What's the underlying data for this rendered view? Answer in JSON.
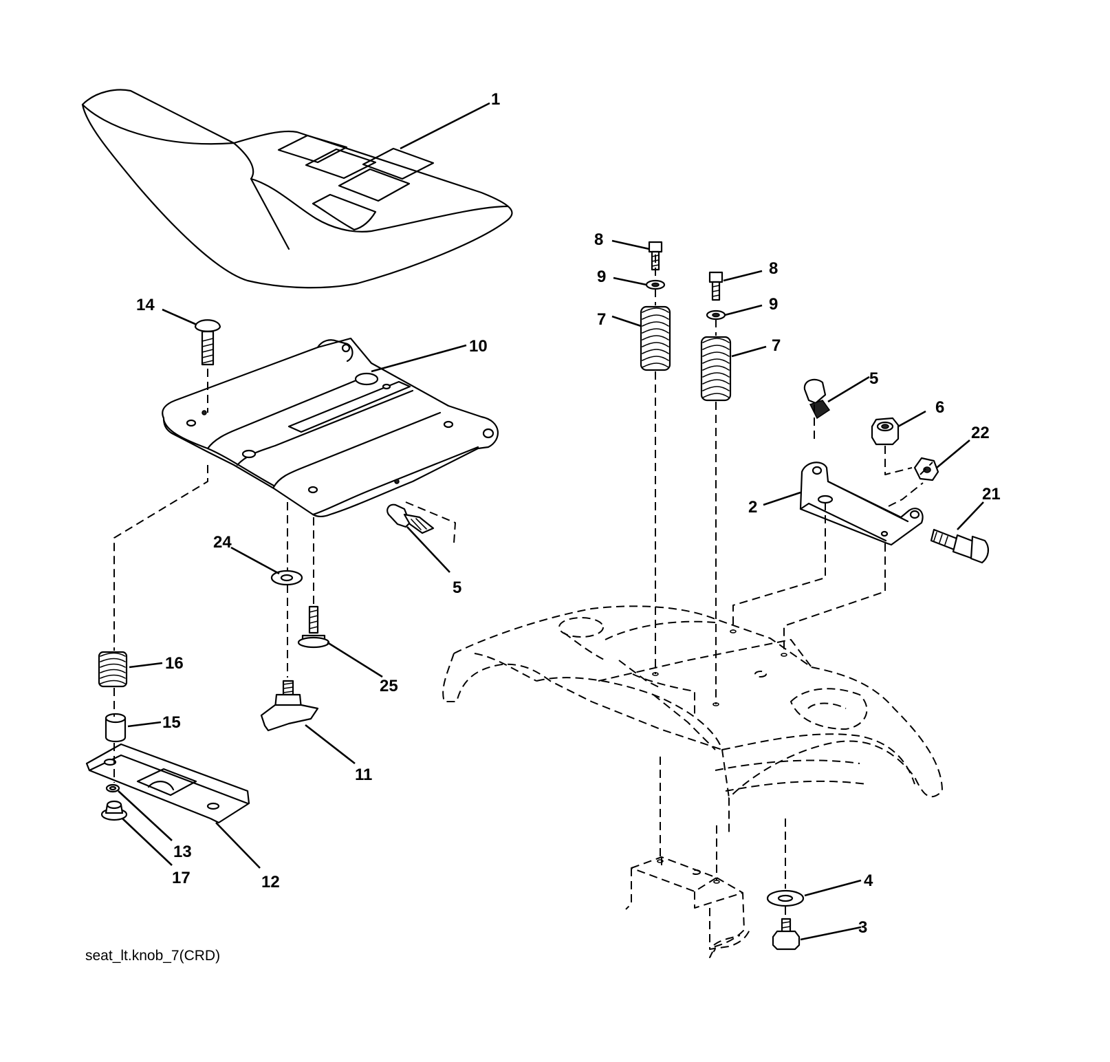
{
  "caption": "seat_lt.knob_7(CRD)",
  "callouts": {
    "c1": "1",
    "c14": "14",
    "c10": "10",
    "c24": "24",
    "c5a": "5",
    "c25": "25",
    "c16": "16",
    "c15": "15",
    "c11": "11",
    "c13": "13",
    "c17": "17",
    "c12": "12",
    "c8a": "8",
    "c8b": "8",
    "c9a": "9",
    "c9b": "9",
    "c7a": "7",
    "c7b": "7",
    "c5b": "5",
    "c6": "6",
    "c22": "22",
    "c2": "2",
    "c21": "21",
    "c4": "4",
    "c3": "3"
  }
}
